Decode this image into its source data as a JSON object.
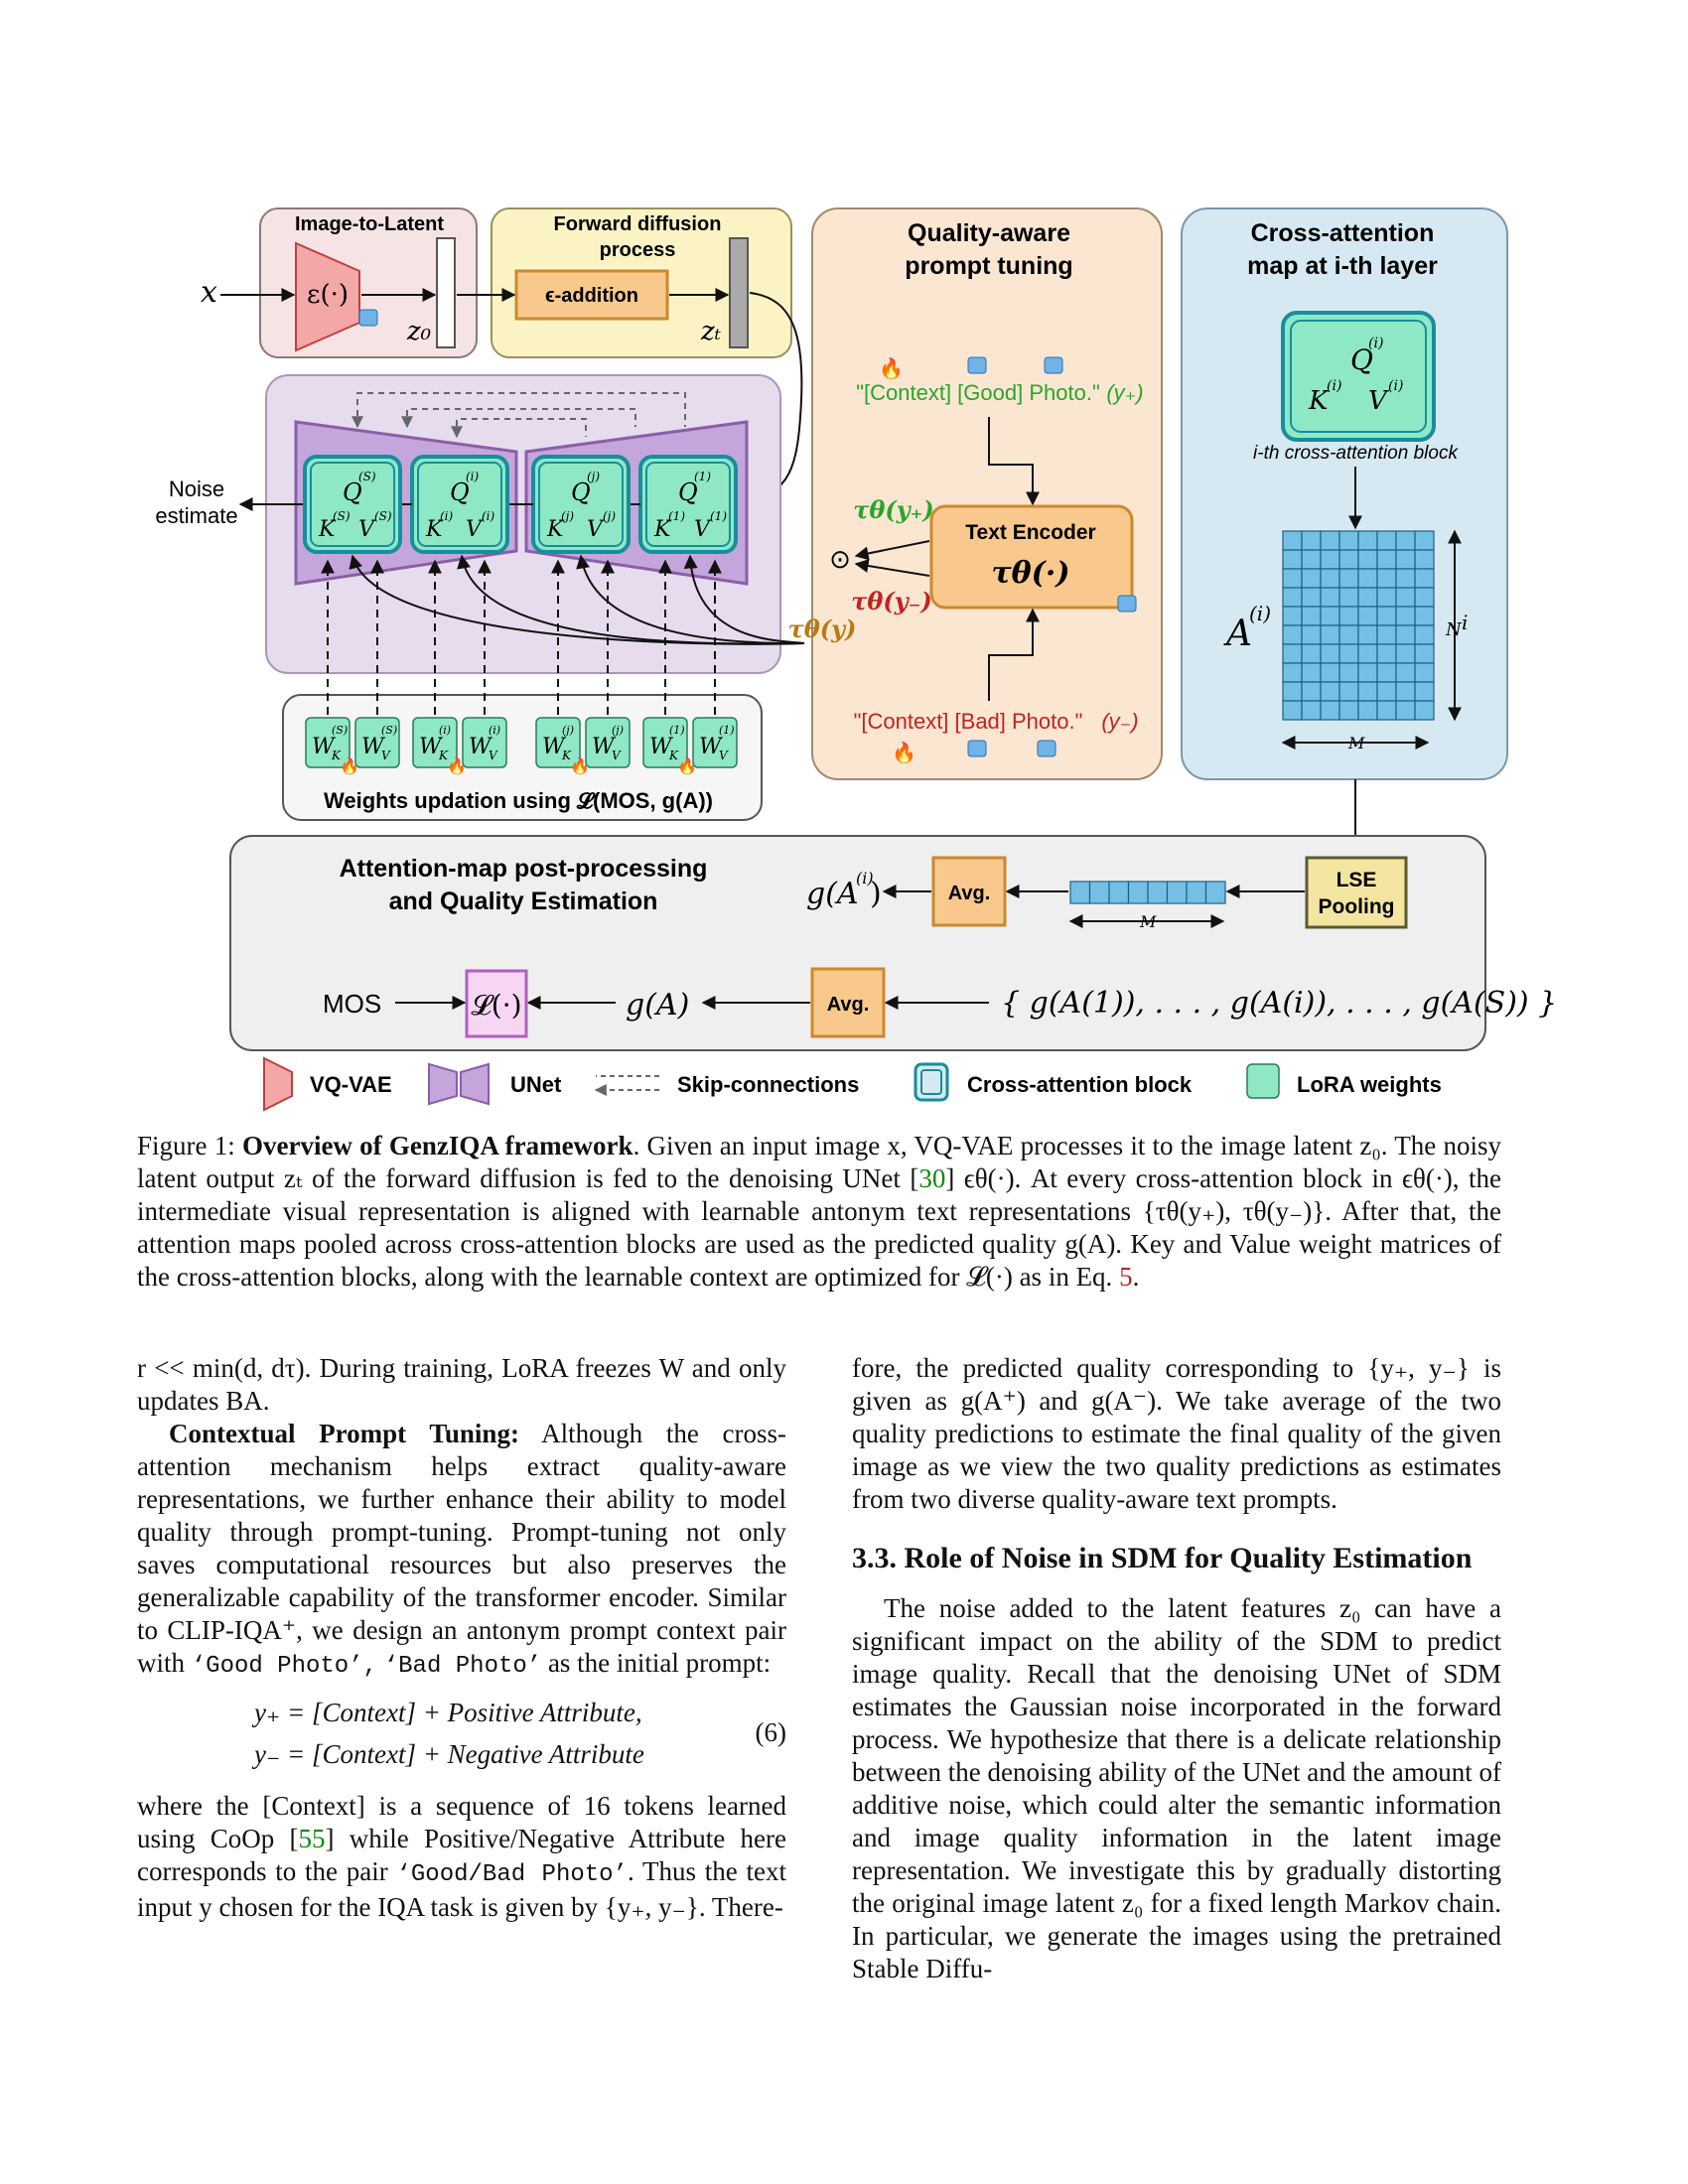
{
  "figure": {
    "x_label": "x",
    "image_to_latent": {
      "title": "Image-to-Latent",
      "encoder": "ε(·)",
      "latent": "z₀"
    },
    "forward_diffusion": {
      "title_line1": "Forward diffusion",
      "title_line2": "process",
      "op": "ϵ-addition",
      "latent": "zₜ"
    },
    "noise_estimate": {
      "line1": "Noise",
      "line2": "estimate"
    },
    "unet_blocks": [
      {
        "q": "Q",
        "k": "K",
        "v": "V",
        "sup": "(S)"
      },
      {
        "q": "Q",
        "k": "K",
        "v": "V",
        "sup": "(i)"
      },
      {
        "q": "Q",
        "k": "K",
        "v": "V",
        "sup": "(j)"
      },
      {
        "q": "Q",
        "k": "K",
        "v": "V",
        "sup": "(1)"
      }
    ],
    "lora_weights": [
      {
        "w": "W",
        "sub": "K",
        "sup": "(S)"
      },
      {
        "w": "W",
        "sub": "V",
        "sup": "(S)"
      },
      {
        "w": "W",
        "sub": "K",
        "sup": "(i)"
      },
      {
        "w": "W",
        "sub": "V",
        "sup": "(i)"
      },
      {
        "w": "W",
        "sub": "K",
        "sup": "(j)"
      },
      {
        "w": "W",
        "sub": "V",
        "sup": "(j)"
      },
      {
        "w": "W",
        "sub": "K",
        "sup": "(1)"
      },
      {
        "w": "W",
        "sub": "V",
        "sup": "(1)"
      }
    ],
    "weights_update": "Weights updation using 𝓛(MOS, g(A))",
    "prompt_tuning": {
      "title_line1": "Quality-aware",
      "title_line2": "prompt tuning",
      "good_prompt": "\"[Context] [Good] Photo.\"",
      "good_label": "(y₊)",
      "bad_prompt": "\"[Context] [Bad] Photo.\"",
      "bad_label": "(y₋)",
      "encoder_title": "Text Encoder",
      "encoder_fn": "τθ(·)",
      "tau_pos": "τθ(y₊)",
      "tau_neg": "τθ(y₋)",
      "tau_y": "τθ(y)",
      "combine": "⊙"
    },
    "cross_attention": {
      "title_line1": "Cross-attention",
      "title_line2": "map at i-th layer",
      "block_label": "i-th cross-attention block",
      "q": "Q",
      "k": "K",
      "v": "V",
      "sup": "(i)",
      "map_label": "A",
      "map_sup": "(i)",
      "n_label": "N",
      "n_sup": "i",
      "m_label": "M"
    },
    "post_processing": {
      "title_line1": "Attention-map post-processing",
      "title_line2": "and Quality Estimation",
      "lse": "LSE\nPooling",
      "lse_line1": "LSE",
      "lse_line2": "Pooling",
      "avg": "Avg.",
      "g_ai": "g(A",
      "g_ai_sup": "(i)",
      "m_label": "M",
      "mos": "MOS",
      "loss": "𝓛(·)",
      "g_a": "g(A)",
      "set": "{ g(A(1)), . . . , g(A(i)), . . . , g(A(S)) }"
    },
    "legend": {
      "vqvae": "VQ-VAE",
      "unet": "UNet",
      "skip": "Skip-connections",
      "cross": "Cross-attention block",
      "lora": "LoRA weights"
    },
    "colors": {
      "image_to_latent_bg": "#f6e4e4",
      "forward_bg": "#fbf3c4",
      "prompt_bg": "#fbe6d2",
      "cross_bg": "#d6e9f3",
      "unet_bg": "#e7dcee",
      "post_bg": "#efefef",
      "lora": "#8ee8c6",
      "cross_block": "#178e9b",
      "encoder": "#f8c88c",
      "good": "#2aa52a",
      "bad": "#c22222"
    }
  },
  "caption": {
    "prefix": "Figure 1:",
    "bold": "Overview of GenzIQA framework",
    "part1": ". Given an input image x, VQ-VAE processes it to the image latent z₀. The noisy latent output zₜ of the forward diffusion is fed to the denoising UNet [",
    "ref1": "30",
    "part2": "] ϵθ(·). At every cross-attention block in ϵθ(·), the intermediate visual representation is aligned with learnable antonym text representations {τθ(y₊), τθ(y₋)}. After that, the attention maps pooled across cross-attention blocks are used as the predicted quality g(A). Key and Value weight matrices of the cross-attention blocks, along with the learnable context are optimized for 𝓛(·) as in Eq. ",
    "ref2": "5",
    "part3": "."
  },
  "left_column": {
    "p1": "r << min(d, dτ). During training, LoRA freezes W and only updates BA.",
    "p2_head": "Contextual Prompt Tuning:",
    "p2_a": " Although the cross-attention mechanism helps extract quality-aware representations, we further enhance their ability to model quality through prompt-tuning. Prompt-tuning not only saves computational resources but also preserves the generalizable capability of the transformer encoder. Similar to CLIP-IQA⁺, we design an antonym prompt context pair with ",
    "p2_code1": "‘Good Photo’,",
    "p2_code2": "‘Bad Photo’",
    "p2_b": " as the initial prompt:",
    "eq_line1": "y₊ = [Context] + Positive Attribute,",
    "eq_line2": "y₋ = [Context] + Negative Attribute",
    "eq_num": "(6)",
    "p3_a": "where the [Context] is a sequence of 16 tokens learned using CoOp [",
    "p3_ref": "55",
    "p3_b": "] while Positive/Negative Attribute here corresponds to the pair ",
    "p3_code": "‘Good/Bad Photo’",
    "p3_c": ". Thus the text input y chosen for the IQA task is given by {y₊, y₋}. There-"
  },
  "right_column": {
    "p1": "fore, the predicted quality corresponding to {y₊, y₋} is given as g(A⁺) and g(A⁻). We take average of the two quality predictions to estimate the final quality of the given image as we view the two quality predictions as estimates from two diverse quality-aware text prompts.",
    "section": "3.3. Role of Noise in SDM for Quality Estimation",
    "p2": "The noise added to the latent features z₀ can have a significant impact on the ability of the SDM to predict image quality. Recall that the denoising UNet of SDM estimates the Gaussian noise incorporated in the forward process. We hypothesize that there is a delicate relationship between the denoising ability of the UNet and the amount of additive noise, which could alter the semantic information and image quality information in the latent image representation. We investigate this by gradually distorting the original image latent z₀ for a fixed length Markov chain. In particular, we generate the images using the pretrained Stable Diffu-"
  }
}
